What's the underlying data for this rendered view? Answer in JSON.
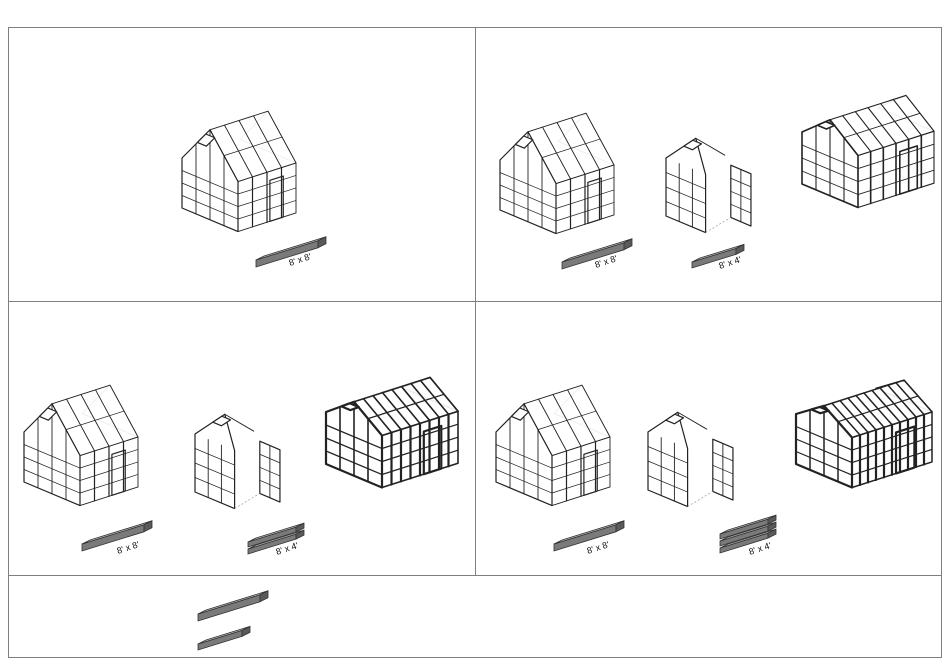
{
  "labels": {
    "size_8x8": "8' x 8'",
    "size_8x4": "8' x 4'"
  },
  "colors": {
    "border": "#7f7f7f",
    "frame": "#222222",
    "board_top": "#bdbdbd",
    "board_front": "#7a7a7a",
    "board_side": "#5a5a5a",
    "board_edge": "#333333"
  },
  "panels": [
    {
      "id": "panel-1",
      "items": [
        "greenhouse-8x8",
        "board-8x8"
      ]
    },
    {
      "id": "panel-2",
      "items": [
        "greenhouse-8x8",
        "extension-8x4",
        "greenhouse-8x12",
        "board-8x8",
        "board-8x4"
      ]
    },
    {
      "id": "panel-3",
      "items": [
        "greenhouse-8x8",
        "extension-8x4",
        "greenhouse-8x16",
        "board-8x8",
        "boards-8x4-x2"
      ]
    },
    {
      "id": "panel-4",
      "items": [
        "greenhouse-8x8",
        "extension-8x4",
        "greenhouse-8x20",
        "board-8x8",
        "boards-8x4-x3"
      ]
    },
    {
      "id": "panel-5",
      "items": [
        "board-8x8",
        "board-8x4"
      ]
    }
  ]
}
